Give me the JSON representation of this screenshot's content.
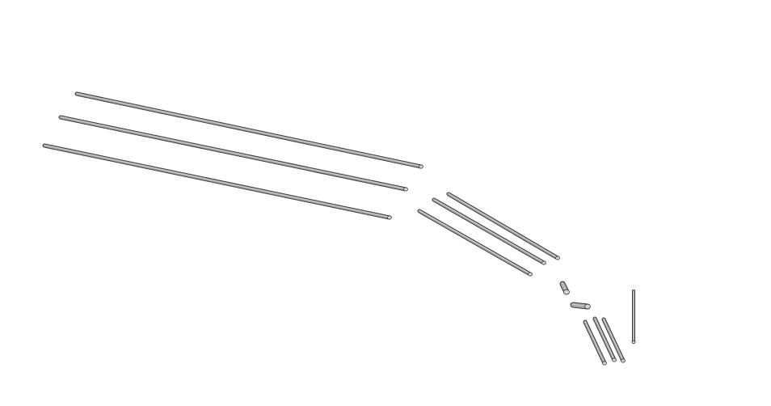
{
  "scene": {
    "background_color": "#ffffff",
    "rod_fill_color": "#a9a9a9",
    "rod_edge_color": "#3a3a3a",
    "rod_highlight_color": "#d6d6d6",
    "rod_groups": [
      {
        "name": "long-rods",
        "count": 3
      },
      {
        "name": "medium-rods",
        "count": 3
      },
      {
        "name": "short-fittings",
        "count": 2
      },
      {
        "name": "short-rods",
        "count": 3
      },
      {
        "name": "vertical-rod",
        "count": 1
      }
    ]
  }
}
